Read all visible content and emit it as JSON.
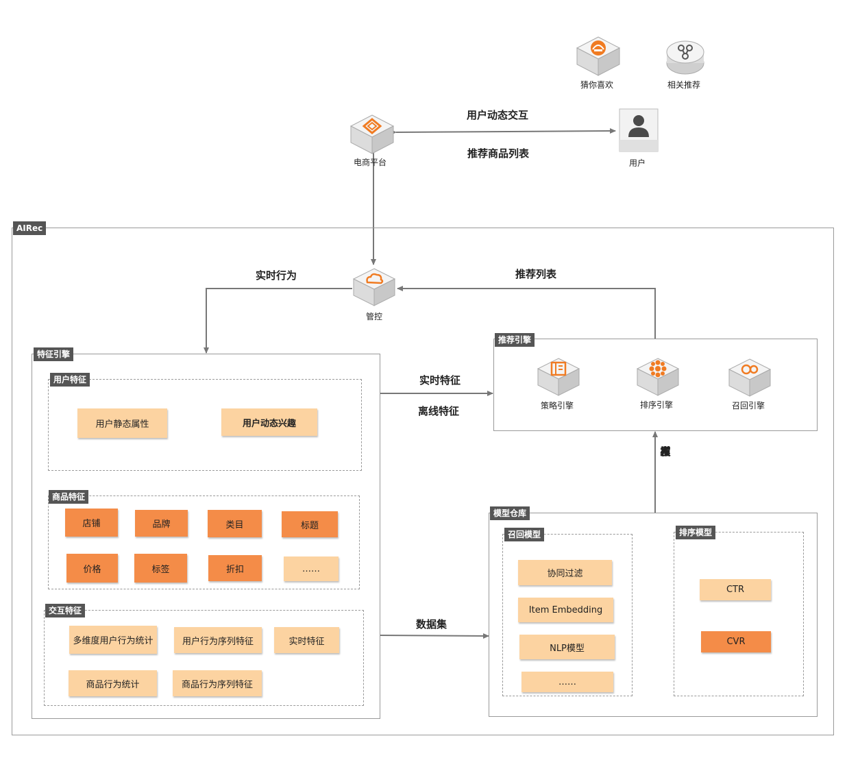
{
  "top": {
    "guess_you_like": "猜你喜欢",
    "related_recommend": "相关推荐",
    "ecommerce_platform": "电商平台",
    "user": "用户",
    "user_dynamic_interaction": "用户动态交互",
    "recommended_products_list": "推荐商品列表"
  },
  "airec": {
    "tag": "AIRec",
    "control": "管控",
    "realtime_behavior": "实时行为",
    "recommend_list": "推荐列表",
    "realtime_feature": "实时特征",
    "offline_feature": "离线特征",
    "dataset": "数据集",
    "model_publish": [
      "模",
      "型",
      "发",
      "布"
    ]
  },
  "feature_engine": {
    "tag": "特征引擎",
    "user_features": {
      "tag": "用户特征",
      "items": [
        "用户静态属性",
        "用户动态兴趣"
      ]
    },
    "product_features": {
      "tag": "商品特征",
      "items": [
        "店铺",
        "品牌",
        "类目",
        "标题",
        "价格",
        "标签",
        "折扣",
        "……"
      ]
    },
    "interaction_features": {
      "tag": "交互特征",
      "items": [
        "多维度用户行为统计",
        "用户行为序列特征",
        "实时特征",
        "商品行为统计",
        "商品行为序列特征"
      ]
    }
  },
  "recommend_engine": {
    "tag": "推荐引擎",
    "strategy": "策略引擎",
    "ranking": "排序引擎",
    "recall": "召回引擎"
  },
  "model_repo": {
    "tag": "模型仓库",
    "recall_models": {
      "tag": "召回模型",
      "items": [
        "协同过滤",
        "Item Embedding",
        "NLP模型",
        "……"
      ]
    },
    "ranking_models": {
      "tag": "排序模型",
      "items": [
        "CTR",
        "CVR"
      ]
    }
  },
  "colors": {
    "accent": "#f48c48",
    "accent_light": "#fcd3a1",
    "tag_bg": "#555555",
    "icon_orange": "#f07b22"
  }
}
